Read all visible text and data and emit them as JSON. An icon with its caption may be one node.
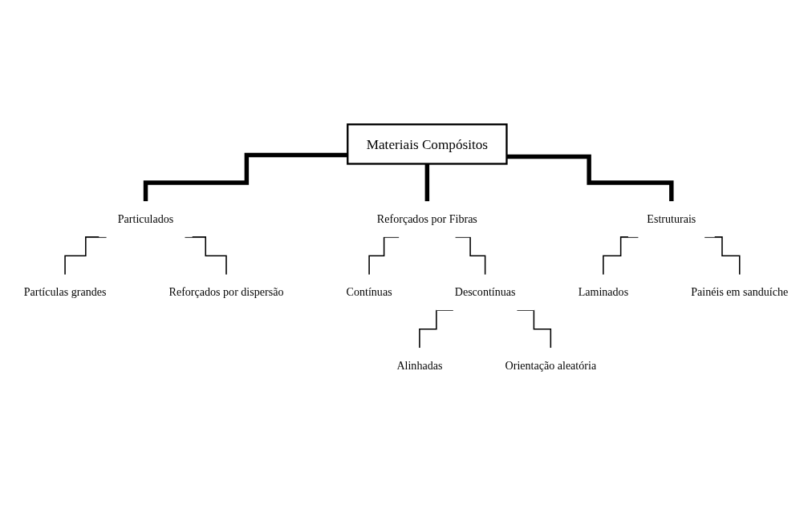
{
  "diagram": {
    "nodes": [
      {
        "text": [
          "Materiais Compósitos"
        ]
      },
      {
        "text": [
          "Particulados"
        ]
      },
      {
        "text": [
          "Reforçados por Fibras"
        ]
      },
      {
        "text": [
          "Estruturais"
        ]
      },
      {
        "text": [
          "Partículas grandes"
        ]
      },
      {
        "text": [
          "Reforçados por dispersão"
        ]
      },
      {
        "text": [
          "Contínuas"
        ]
      },
      {
        "text": [
          "Descontínuas"
        ]
      },
      {
        "text": [
          "Laminados"
        ]
      },
      {
        "text": [
          "Painéis em sanduíche"
        ]
      },
      {
        "text": [
          "Alinhadas"
        ]
      },
      {
        "text": [
          "Orientação aleatória"
        ]
      }
    ],
    "edges": [
      {
        "from": 0,
        "to": 1,
        "arrow": "none",
        "style": "thick"
      },
      {
        "from": 0,
        "to": 2,
        "arrow": "none",
        "style": "thick"
      },
      {
        "from": 0,
        "to": 3,
        "arrow": "none",
        "style": "thick"
      },
      {
        "from": 1,
        "to": 4,
        "arrow": "none"
      },
      {
        "from": 1,
        "to": 5,
        "arrow": "none"
      },
      {
        "from": 2,
        "to": 6,
        "arrow": "none"
      },
      {
        "from": 2,
        "to": 7,
        "arrow": "none"
      },
      {
        "from": 3,
        "to": 8,
        "arrow": "none"
      },
      {
        "from": 3,
        "to": 9,
        "arrow": "none"
      },
      {
        "from": 7,
        "to": 10,
        "arrow": "none"
      },
      {
        "from": 7,
        "to": 11,
        "arrow": "none"
      }
    ]
  }
}
